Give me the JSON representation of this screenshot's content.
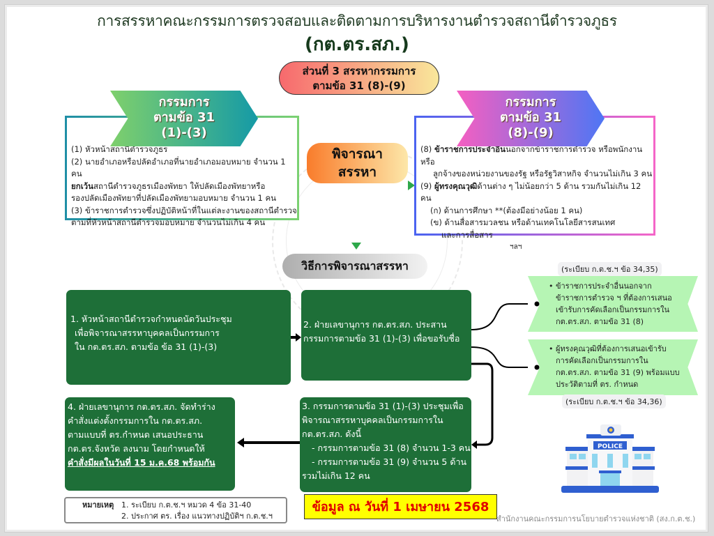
{
  "header": {
    "title": "การสรรหาคณะกรรมการตรวจสอบและติดตามการบริหารงานตำรวจสถานีตำรวจภูธร",
    "subtitle": "(กต.ตร.สภ.)"
  },
  "part_pill": {
    "line1": "ส่วนที่ 3 สรรหากรรมการ",
    "line2": "ตามข้อ 31 (8)-(9)"
  },
  "left_panel": {
    "banner": [
      "กรรมการ",
      "ตามข้อ 31",
      "(1)-(3)"
    ],
    "items": [
      {
        "num": "(1)",
        "text": "หัวหน้าสถานีตำรวจภูธร"
      },
      {
        "num": "(2)",
        "text": "นายอำเภอหรือปลัดอำเภอที่นายอำเภอมอบหมาย จำนวน 1 คน"
      },
      {
        "bold": "ยกเว้น",
        "text": "สถานีตำรวจภูธรเมืองพัทยา ให้ปลัดเมืองพัทยาหรือ"
      },
      {
        "text": "รองปลัดเมืองพัทยาที่ปลัดเมืองพัทยามอบหมาย จำนวน 1 คน"
      },
      {
        "num": "(3)",
        "text": "ข้าราชการตำรวจซึ่งปฏิบัติหน้าที่ในแต่ละงานของสถานีตำรวจ"
      },
      {
        "text": "ตามที่หัวหน้าสถานีตำรวจมอบหมาย จำนวนไม่เกิน 4 คน"
      }
    ]
  },
  "right_panel": {
    "banner": [
      "กรรมการ",
      "ตามข้อ 31",
      "(8)-(9)"
    ],
    "items": [
      {
        "num": "(8)",
        "bold": "ข้าราชการประจำอื่น",
        "text": "นอกจากข้าราชการตำรวจ หรือพนักงาน หรือ"
      },
      {
        "text": "ลูกจ้างของหน่วยงานของรัฐ หรือรัฐวิสาหกิจ จำนวนไม่เกิน 3 คน"
      },
      {
        "num": "(9)",
        "bold": "ผู้ทรงคุณวุฒิ",
        "text": "ด้านต่าง ๆ ไม่น้อยกว่า 5 ด้าน รวมกันไม่เกิน 12 คน"
      },
      {
        "text": "(ก) ด้านการศึกษา **(ต้องมีอย่างน้อย 1 คน)"
      },
      {
        "text": "(ข) ด้านสื่อสารมวลชน หรือด้านเทคโนโลยีสารสนเทศ"
      },
      {
        "text": "และการสื่อสาร"
      },
      {
        "text": "ฯลฯ"
      }
    ]
  },
  "consider_pill": {
    "line1": "พิจารณา",
    "line2": "สรรหา"
  },
  "method_pill": "วิธีการพิจารณาสรรหา",
  "steps": {
    "step1": [
      "1. หัวหน้าสถานีตำรวจกำหนดนัดวันประชุม",
      "เพื่อพิจารณาสรรหาบุคคลเป็นกรรมการ",
      "ใน กต.ตร.สภ. ตามข้อ ข้อ 31 (1)-(3)"
    ],
    "step2": [
      "2. ฝ่ายเลขานุการ กต.ตร.สภ. ประสาน",
      "กรรมการตามข้อ 31 (1)-(3) เพื่อขอรับชื่อ"
    ],
    "step3": [
      "3. กรรมการตามข้อ 31 (1)-(3) ประชุมเพื่อ",
      "พิจารณาสรรหาบุคคลเป็นกรรมการใน",
      "กต.ตร.สภ. ดังนี้",
      "- กรรมการตามข้อ 31 (8) จำนวน 1-3 คน",
      "- กรรมการตามข้อ 31 (9) จำนวน 5 ด้าน",
      "รวมไม่เกิน 12 คน"
    ],
    "step4": [
      "4. ฝ่ายเลขานุการ กต.ตร.สภ. จัดทำร่าง",
      "คำสั่งแต่งตั้งกรรมการใน กต.ตร.สภ.",
      "ตามแบบที่ ตร.กำหนด เสนอประธาน",
      "กต.ตร.จังหวัด ลงนาม โดยกำหนดให้"
    ],
    "step4_emphasis": "คำสั่งมีผลในวันที่ 15 ม.ค.68 พร้อมกัน"
  },
  "ribbons": {
    "ref1": "(ระเบียบ ก.ต.ช.ฯ ข้อ 34,35)",
    "item1": [
      "ข้าราชการประจำอื่นนอกจาก",
      "ข้าราชการตำรวจ ฯ ที่ต้องการเสนอ",
      "เข้ารับการคัดเลือกเป็นกรรมการใน",
      "กต.ตร.สภ. ตามข้อ 31 (8)"
    ],
    "item2": [
      "ผู้ทรงคุณวุฒิที่ต้องการเสนอเข้ารับ",
      "การคัดเลือกเป็นกรรมการใน",
      "กต.ตร.สภ. ตามข้อ 31 (9) พร้อมแบบ",
      "ประวัติตามที่ ตร. กำหนด"
    ],
    "ref2": "(ระเบียบ ก.ต.ช.ฯ ข้อ 34,36)"
  },
  "note": {
    "label": "หมายเหตุ",
    "items": [
      "1. ระเบียบ ก.ต.ช.ฯ หมวด 4 ข้อ 31-40",
      "2. ประกาศ ตร. เรื่อง แนวทางปฏิบัติฯ ก.ต.ช.ฯ"
    ]
  },
  "date_box": "ข้อมูล ณ วันที่ 1 เมษายน 2568",
  "footer": "สำนักงานคณะกรรมการนโยบายตำรวจแห่งชาติ (สง.ก.ต.ช.)",
  "police_building": {
    "sign": "POLICE",
    "icon": "police-station-icon"
  },
  "colors": {
    "step_green": "#1e6f38",
    "ribbon_green": "#b6f5b4",
    "date_bg": "#ffff00",
    "date_text": "#e00000"
  }
}
